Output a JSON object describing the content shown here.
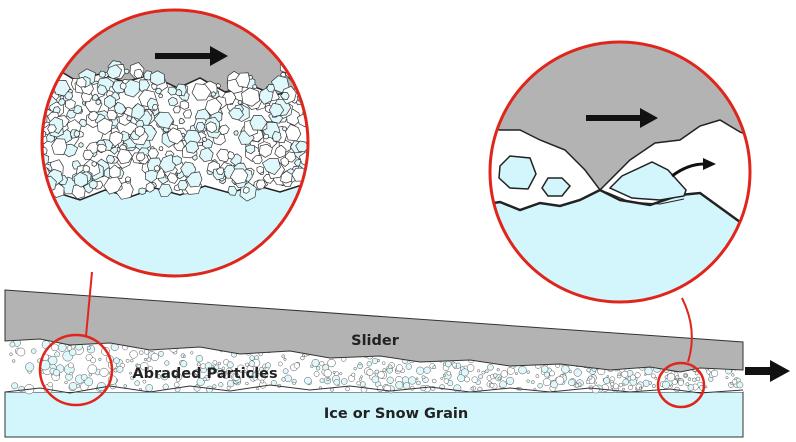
{
  "labels": {
    "slider": "Slider",
    "abraded_particles": "Abraded Particles",
    "ice_or_snow_grain": "Ice or Snow Grain"
  },
  "colors": {
    "slider": "#b3b3b3",
    "ice": "#d2f6fb",
    "particle_fill": "#dff8fb",
    "outline": "#222222",
    "highlight": "#e0261c",
    "arrow": "#111111"
  },
  "icons": {
    "motion_arrow": "right-arrow-icon",
    "detached_particle_arrow": "curved-arrow-icon"
  }
}
